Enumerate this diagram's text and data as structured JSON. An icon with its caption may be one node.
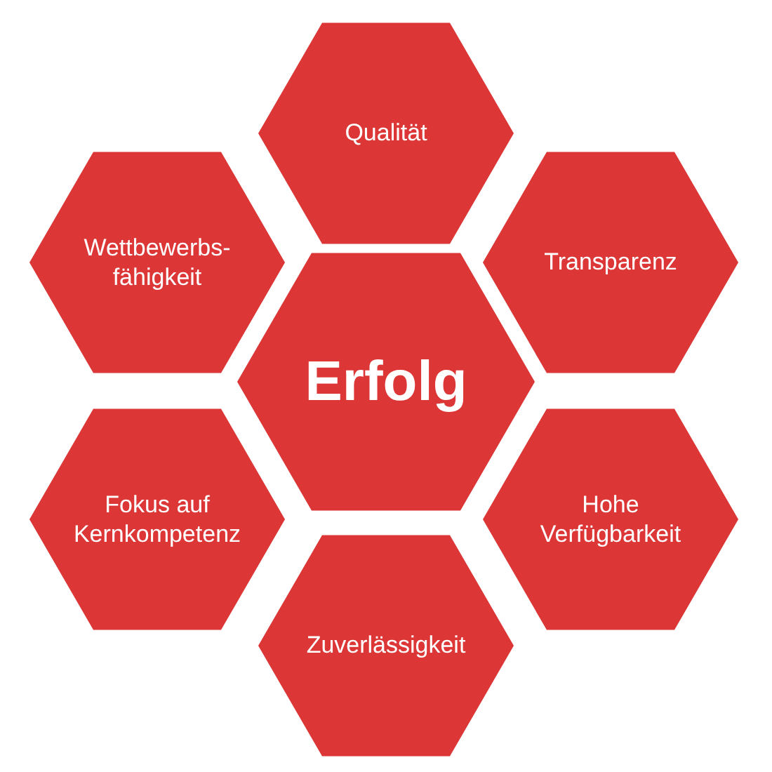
{
  "diagram": {
    "nodes": [
      {
        "text": [
          "Qualität"
        ]
      },
      {
        "text": [
          "Wettbewerbs- fähigkeit"
        ]
      },
      {
        "text": [
          "Transparenz"
        ]
      },
      {
        "text": [
          "Erfolg"
        ]
      },
      {
        "text": [
          "Fokus auf Kernkompetenz"
        ]
      },
      {
        "text": [
          "Hohe Verfügbarkeit"
        ]
      },
      {
        "text": [
          "Zuverlässigkeit"
        ]
      }
    ]
  }
}
